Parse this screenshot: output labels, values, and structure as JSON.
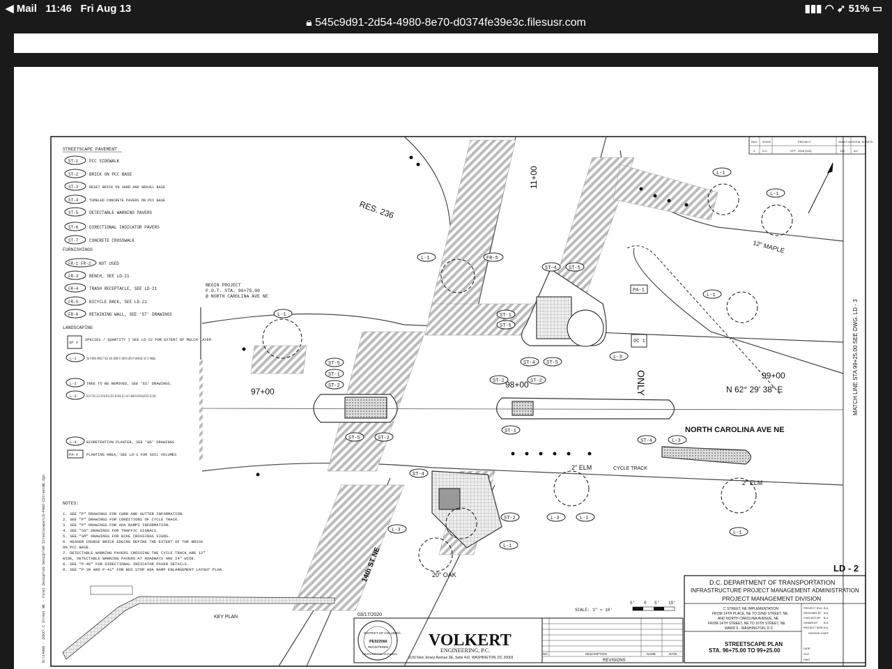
{
  "status": {
    "back_label": "◀ Mail",
    "time": "11:46",
    "date": "Fri Aug 13",
    "battery": "51%"
  },
  "url": "545c9d91-2d54-4980-8e70-d0374fe39e3c.filesusr.com",
  "legend": {
    "pavement_title": "STREETSCAPE PAVEMENT",
    "pavement": [
      {
        "code": "ST-1",
        "text": "PCC SIDEWALK"
      },
      {
        "code": "ST-2",
        "text": "BRICK ON PCC BASE"
      },
      {
        "code": "ST-3",
        "text": "RESET BRICK ON SAND AND GRAVEL BASE"
      },
      {
        "code": "ST-4",
        "text": "TUMBLED CONCRETE PAVERS ON PCC BASE"
      },
      {
        "code": "ST-5",
        "text": "DETECTABLE WARNING PAVERS"
      },
      {
        "code": "ST-6",
        "text": "DIRECTIONAL INDICATOR PAVERS"
      },
      {
        "code": "ST-7",
        "text": "CONCRETE CROSSWALK"
      }
    ],
    "furnishings_title": "FURNISHINGS",
    "furnishings": [
      {
        "code": "FR-1 FR-2",
        "text": "NOT USED"
      },
      {
        "code": "FR-3",
        "text": "BENCH, SEE LD-21"
      },
      {
        "code": "FR-4",
        "text": "TRASH RECEPTACLE, SEE LD-21"
      },
      {
        "code": "FR-5",
        "text": "BICYCLE RACK, SEE LD-21"
      },
      {
        "code": "FR-6",
        "text": "RETAINING WALL, SEE 'ST' DRAWINGS"
      }
    ],
    "landscaping_title": "LANDSCAPING",
    "landscaping": [
      {
        "code": "SP #",
        "text": "SPECIES / QUANTITY } SEE LD-22 FOR EXTENT OF MULCH LAYER"
      },
      {
        "code": "L-1",
        "text": "TREE TO REMAIN, PROVIDE 3\" MULCH LAYER, MINIMUM 10' LENGTH BY WIDTH OF PLANTING BED, SEE 'ES' DRAWINGS."
      },
      {
        "code": "L-2",
        "text": "TREE TO BE REMOVED, SEE 'ES' DRAWINGS."
      },
      {
        "code": "L-3",
        "text": "SOD WITH 3\" TOPSOIL, SEE LD-22 FOR PLANT BED SOIL DEPTH AT TREE PLANTING, SEE LD-1 AND 'LD' DRAWINGS FOR LOCATION AND QUANTITIES OF SOIL VOLUMES."
      },
      {
        "code": "L-4",
        "text": "BIORETENTION PLANTER, SEE 'WS' DRAWINGS"
      },
      {
        "code": "PA-#",
        "text": "PLANTING AREA, SEE LD-1 FOR SOIL VOLUMES"
      }
    ]
  },
  "notes": {
    "title": "NOTES:",
    "items": [
      "1. SEE \"P\" DRAWINGS FOR CURB AND GUTTER INFORMATION.",
      "2. SEE \"P\" DRAWINGS FOR CONDITIONS OF CYCLE TRACK.",
      "3. SEE \"P\" DRAWINGS FOR ADA RAMPS INFORMATION.",
      "4. SEE \"SG\" DRAWINGS FOR TRAFFIC SIGNALS.",
      "5. SEE \"SM\" DRAWINGS FOR BIKE CROSSINGS SIGNS.",
      "6. HEADER COURSE BRICK EDGING DEFINE THE EXTENT OF THE BRICK",
      "   ON PCC BASE.",
      "7. DETECTABLE WARNING PAVERS CROSSING THE CYCLE TRACK ARE 12\"",
      "   WIDE, DETECTABLE WARNING PAVERS AT ROADWAYS ARE 24\" WIDE.",
      "8. SEE \"P-40\" FOR DIRECTIONAL INDICATOR PAVER DETAILS.",
      "9. SEE \"P-39 AND P-41\" FOR BUS STOP ADA RAMP ENLARGEMENT LAYOUT PLAN."
    ]
  },
  "plan": {
    "begin_project": [
      "BEGIN PROJECT",
      "P.O.T. STA. 96+75.00",
      "@ NORTH CAROLINA AVE NE"
    ],
    "station_97": "97+00",
    "station_98": "98+00",
    "station_99": "99+00",
    "station_11": "11+00",
    "bearing": "N 62° 29' 38\" E",
    "street_nc": "NORTH CAROLINA AVE NE",
    "street_14th": "14th ST NE",
    "cycle_track": "CYCLE TRACK",
    "match_line": "MATCH LINE STA 99+25.00 SEE DWG. LD - 3",
    "res": "RES. 236",
    "only": "ONLY",
    "tree_maple": "12\" MAPLE",
    "tree_elm1": "2\" ELM",
    "tree_elm2": "2\" ELM",
    "tree_oak": "20\" OAK"
  },
  "labels": {
    "l1": "L-1",
    "l3": "L-3",
    "fr5": "FR-5",
    "st1": "ST-1",
    "st2": "ST-2",
    "st4": "ST-4",
    "st5": "ST-5",
    "pa1": "PA-1",
    "oc1": "OC 1"
  },
  "sheet_no": "LD - 2",
  "scale_label": "SCALE: 1\" = 10'",
  "scale_ticks": [
    "5'",
    "0",
    "5'",
    "10'"
  ],
  "key_plan": "KEY PLAN",
  "date": "03/17/2020",
  "seal_text": [
    "DISTRICT OF COLUMBIA",
    "PE922066",
    "REGISTERED",
    "PROFESSIONAL ENGINEER"
  ],
  "volkert": {
    "name": "VOLKERT",
    "sub": "ENGINEERING, P.C.",
    "address": "1100 New Jersey Avenue SE, Suite 410, WASHINGTON, DC 20003"
  },
  "revisions": {
    "title": "REVISIONS",
    "cols": [
      "NO.",
      "DESCRIPTION",
      "NAME",
      "DATE"
    ]
  },
  "titleblock": {
    "agency1": "D.C. DEPARTMENT OF TRANSPORTATION",
    "agency2": "INFRASTRUCTURE PROJECT MANAGEMENT ADMINISTRATION",
    "agency3": "PROJECT MANAGEMENT DIVISION",
    "project": [
      "C STREET, NE IMPLEMENTATION",
      "FROM 14TH PLACE, NE TO 22ND STREET, NE",
      "AND NORTH CAROLINA AVENUE, NE",
      "FROM 14TH STREET, NE TO 16TH STREET, NE",
      "WARD 6 - WASHINGTON, D.C"
    ],
    "sheet_title": "STREETSCAPE PLAN",
    "sheet_sta": "STA. 96+75.00 TO 99+25.00",
    "roles": [
      "PROJECT ENG.",
      "DESIGNED BY",
      "CHECKED BY",
      "DRAWN BY",
      "PROJECT MGR."
    ],
    "role_vals": [
      "B.A.",
      "B.A.",
      "B.A.",
      "B.A.",
      "B.A."
    ],
    "division_chief": "DIVISION CHIEF",
    "right_fields": [
      "DATE",
      "FILE",
      "DWG"
    ]
  },
  "topright_table": {
    "headers": [
      "REG",
      "STATE",
      "PROJECT",
      "SHEET NO.",
      "TOTAL SHEETS"
    ],
    "row": [
      "3",
      "D.C.",
      "STP - 2016 (010)",
      "138",
      "317"
    ]
  },
  "side_path": "N:\\14000 - 20XX\\ C Street NE - Final Design\\03 Design\\06 Streetscape\\LD-P002-CStreetNE.dgn"
}
